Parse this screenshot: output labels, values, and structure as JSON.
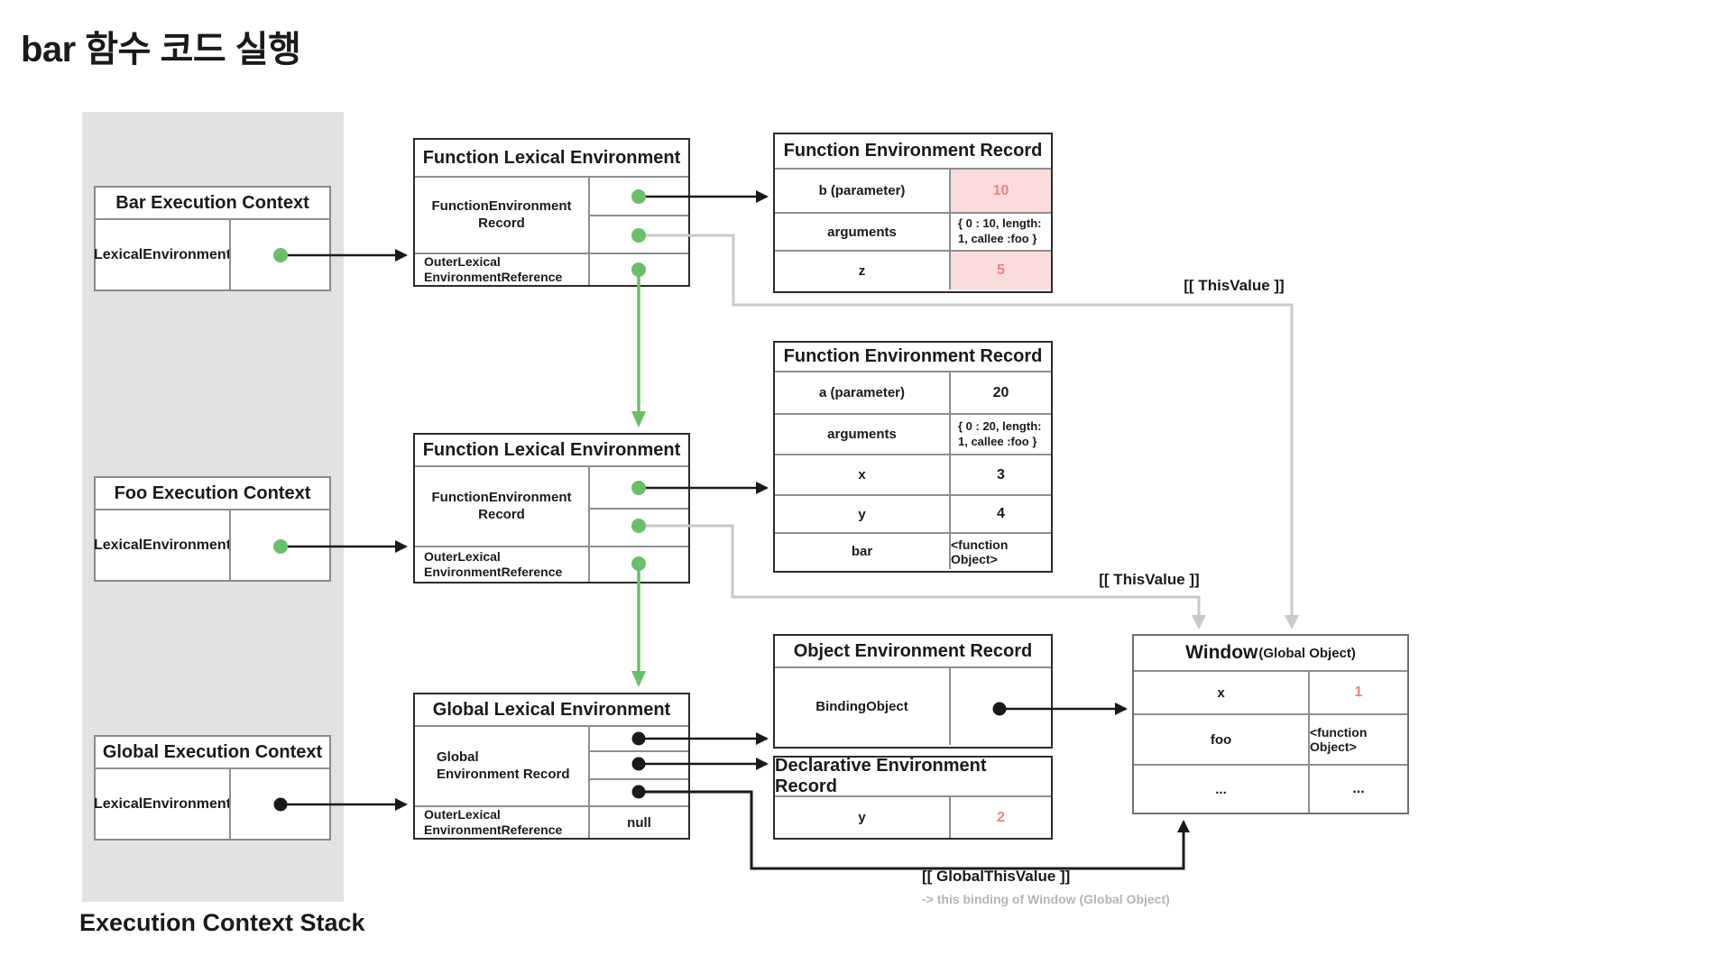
{
  "title": "bar 함수 코드 실행",
  "footer": "Execution Context Stack",
  "annotations": {
    "this_value_top": "[[ ThisValue ]]",
    "this_value_mid": "[[ ThisValue ]]",
    "global_this_value": "[[ GlobalThisValue ]]",
    "global_this_note": "-> this binding of Window (Global Object)"
  },
  "execution_contexts": [
    {
      "title": "Bar Execution Context",
      "row_label": "LexicalEnvironment"
    },
    {
      "title": "Foo Execution Context",
      "row_label": "LexicalEnvironment"
    },
    {
      "title": "Global Execution Context",
      "row_label": "LexicalEnvironment"
    }
  ],
  "lexical_environments": {
    "bar": {
      "title": "Function Lexical Environment",
      "record_label": "FunctionEnvironment\nRecord",
      "outer_label": "OuterLexical\nEnvironmentReference"
    },
    "foo": {
      "title": "Function Lexical Environment",
      "record_label": "FunctionEnvironment\nRecord",
      "outer_label": "OuterLexical\nEnvironmentReference"
    },
    "global": {
      "title": "Global Lexical Environment",
      "record_label": "Global\nEnvironment Record",
      "outer_label": "OuterLexical\nEnvironmentReference",
      "outer_value": "null"
    }
  },
  "environment_records": {
    "bar": {
      "title": "Function Environment Record",
      "rows": [
        {
          "key": "b (parameter)",
          "value": "10"
        },
        {
          "key": "arguments",
          "value": "{ 0 : 10, length: 1, callee :foo }"
        },
        {
          "key": "z",
          "value": "5"
        }
      ]
    },
    "foo": {
      "title": "Function Environment Record",
      "rows": [
        {
          "key": "a (parameter)",
          "value": "20"
        },
        {
          "key": "arguments",
          "value": "{ 0 : 20, length: 1, callee :foo }"
        },
        {
          "key": "x",
          "value": "3"
        },
        {
          "key": "y",
          "value": "4"
        },
        {
          "key": "bar",
          "value": "<function Object>"
        }
      ]
    },
    "object": {
      "title": "Object Environment Record",
      "binding_label": "BindingObject"
    },
    "declarative": {
      "title": "Declarative Environment Record",
      "rows": [
        {
          "key": "y",
          "value": "2"
        }
      ]
    }
  },
  "window_object": {
    "title_main": "Window",
    "title_sub": "(Global Object)",
    "rows": [
      {
        "key": "x",
        "value": "1"
      },
      {
        "key": "foo",
        "value": "<function Object>"
      },
      {
        "key": "...",
        "value": "..."
      }
    ]
  },
  "colors": {
    "accent_green": "#6abf69",
    "highlight_pink": "#fadcdc",
    "highlight_red": "#f08080",
    "connector_gray": "#c9c9c9",
    "stack_background": "#e2e2e2"
  }
}
